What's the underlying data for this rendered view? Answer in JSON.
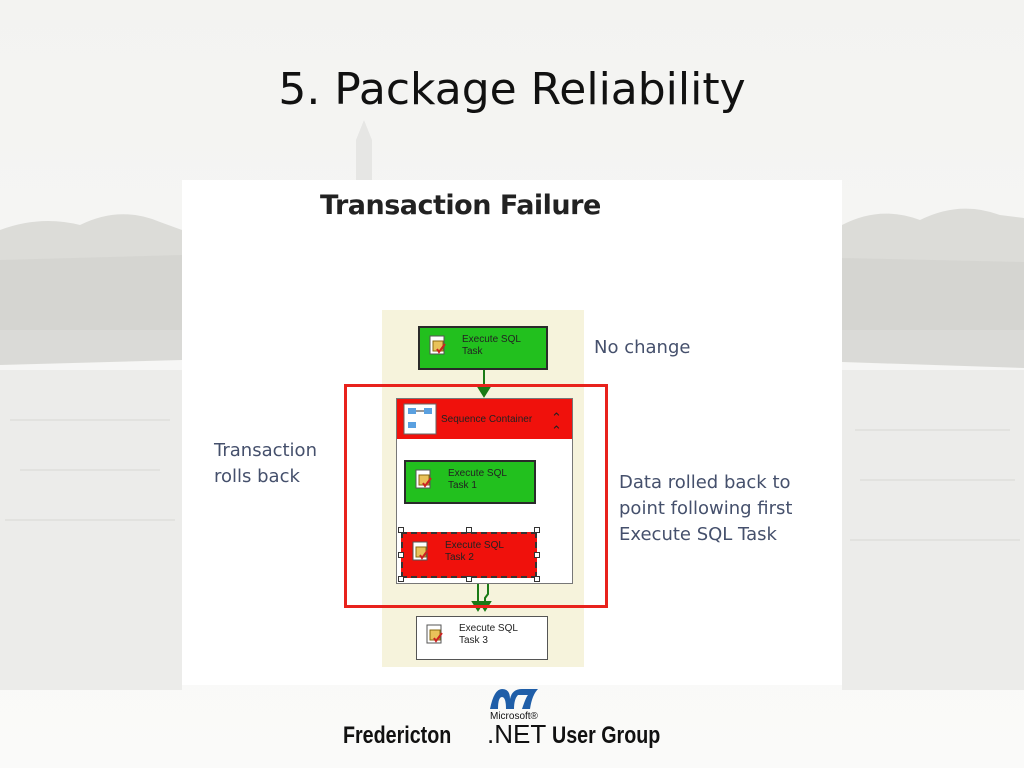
{
  "slide": {
    "title": "5. Package Reliability"
  },
  "figure": {
    "heading": "Transaction Failure",
    "tasks": {
      "top": {
        "line1": "Execute SQL",
        "line2": "Task"
      },
      "task1": {
        "line1": "Execute SQL",
        "line2": "Task 1"
      },
      "task2": {
        "line1": "Execute SQL",
        "line2": "Task 2"
      },
      "task3": {
        "line1": "Execute SQL",
        "line2": "Task 3"
      }
    },
    "container_label": "Sequence Container",
    "annotations": {
      "no_change": "No change",
      "rolls_back": "Transaction\nrolls back",
      "rolled_back": "Data rolled back to\npoint following first\nExecute SQL Task"
    },
    "colors": {
      "success": "#22c01e",
      "failure": "#f0110c",
      "frame": "#e8221c",
      "annotation_text": "#45506c"
    }
  },
  "footer": {
    "left_text": "Fredericton",
    "logo_small": "Microsoft®",
    "logo_big": ".NET",
    "right_text": "User Group"
  }
}
